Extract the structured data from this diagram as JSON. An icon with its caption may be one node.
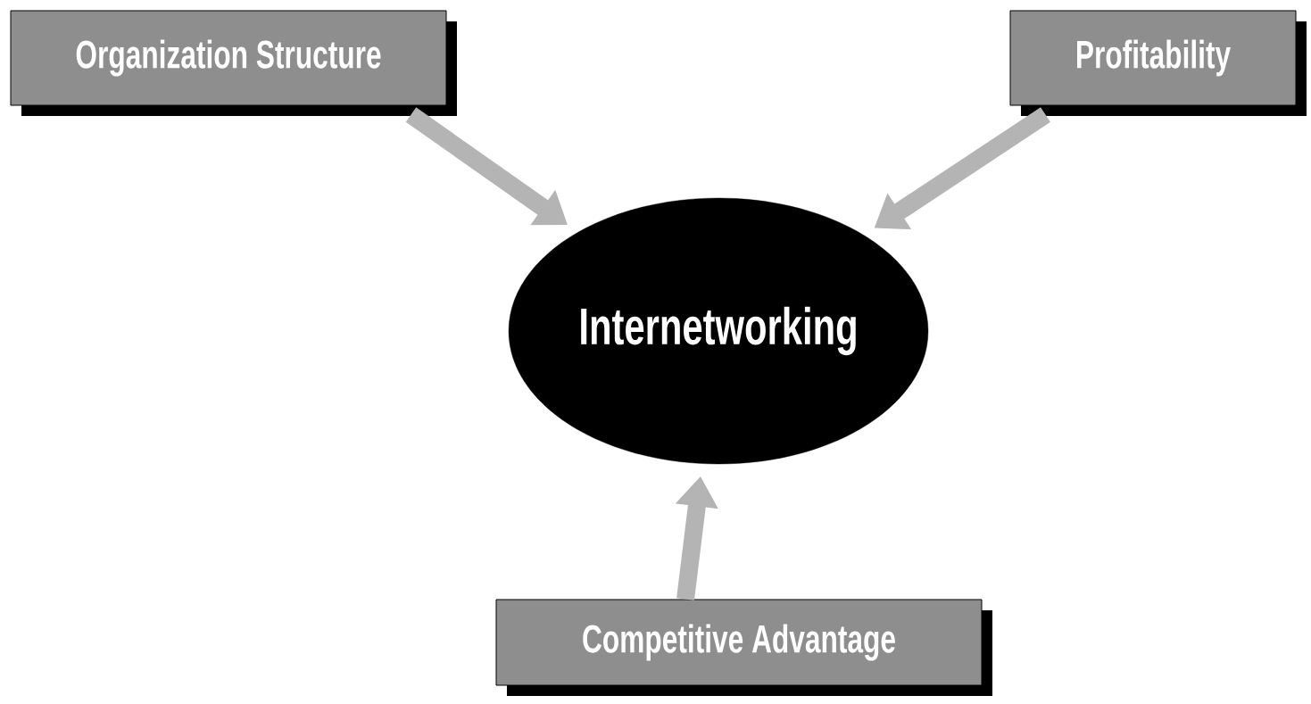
{
  "diagram": {
    "nodes": [
      {
        "text": [
          "Organization Structure"
        ]
      },
      {
        "text": [
          "Profitability"
        ]
      },
      {
        "text": [
          "Internetworking"
        ]
      },
      {
        "text": [
          "Competitive Advantage"
        ]
      }
    ],
    "edges": [
      {
        "from": 0,
        "to": 2,
        "arrow": "to"
      },
      {
        "from": 1,
        "to": 2,
        "arrow": "to"
      },
      {
        "from": 3,
        "to": 2,
        "arrow": "to"
      }
    ]
  }
}
